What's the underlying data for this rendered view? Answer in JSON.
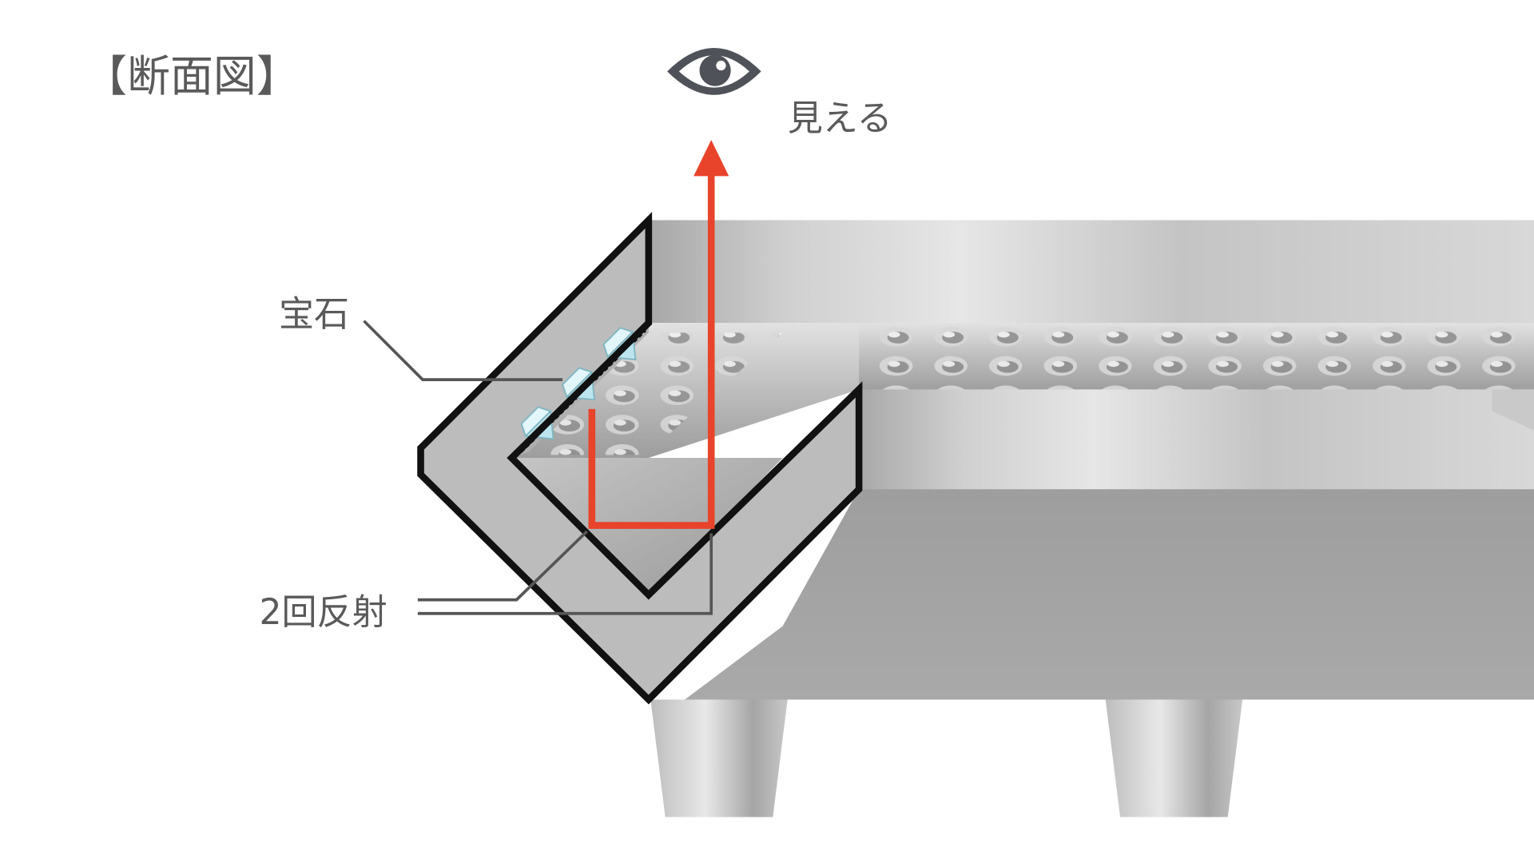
{
  "title": "【断面図】",
  "labels": {
    "visible": "見える",
    "gem": "宝石",
    "double_reflection": "2回反射"
  },
  "icons": {
    "eye": "eye-icon",
    "arrow": "arrow-up-icon"
  },
  "colors": {
    "light_path": "#e8432b",
    "outline": "#111111",
    "text": "#5a5a5a",
    "metal": "#b4b4b4",
    "gem": "#cfeef4"
  }
}
